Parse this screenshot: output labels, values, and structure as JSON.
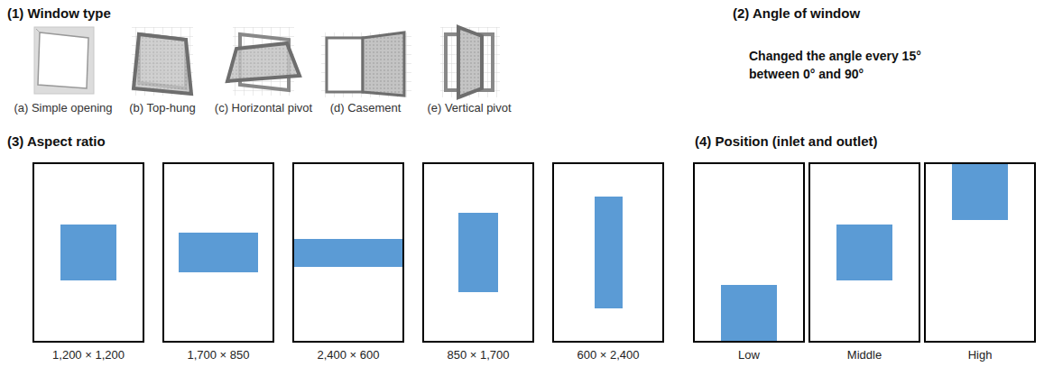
{
  "diagram": {
    "nodes": [
      {
        "text": [
          "1,200 × 1,200"
        ]
      },
      {
        "text": [
          "1,700 × 850"
        ]
      },
      {
        "text": [
          "2,400 × 600"
        ]
      },
      {
        "text": [
          "850 × 1,700"
        ]
      },
      {
        "text": [
          "600 × 2,400"
        ]
      },
      {
        "text": [
          "Low"
        ]
      },
      {
        "text": [
          "Middle"
        ]
      },
      {
        "text": [
          "High"
        ]
      }
    ],
    "labels": [
      "(1) Window type",
      "(a) Simple opening",
      "(b) Top-hung",
      "(c) Horizontal pivot",
      "(d) Casement",
      "(e) Vertical pivot",
      "(2) Angle of window",
      "Changed the angle every 15° between 0° and 90°",
      "(3) Aspect ratio",
      "(4) Position (inlet and outlet)"
    ]
  }
}
